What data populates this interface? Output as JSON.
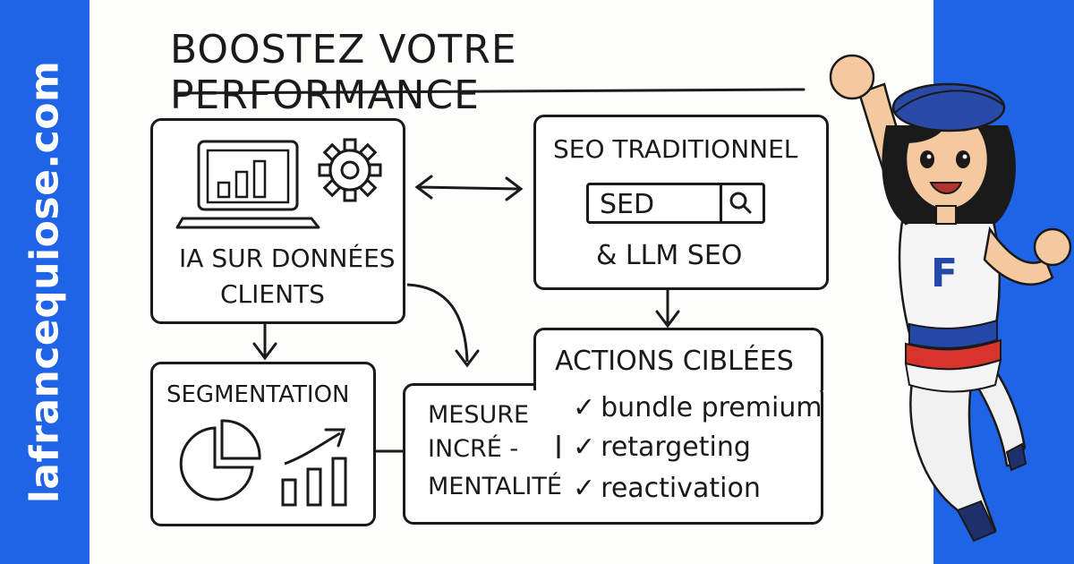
{
  "brand": {
    "site": "lafrancequiose.com",
    "color": "#1f63e6"
  },
  "title": "BOOSTEZ VOTRE PERFORMANCE",
  "nodes": {
    "ia": {
      "line1": "IA SUR DONNÉES",
      "line2": "CLIENTS",
      "icons": [
        "laptop-chart-icon",
        "gear-icon"
      ]
    },
    "seo": {
      "title": "SEO TRADITIONNEL",
      "search_value": "SED",
      "subtitle": "& LLM SEO",
      "icons": [
        "search-icon"
      ]
    },
    "segmentation": {
      "title": "SEGMENTATION",
      "icons": [
        "pie-chart-icon",
        "growth-bar-chart-icon"
      ]
    },
    "mesure": {
      "line1": "MESURE",
      "line2": "INCRÉ -",
      "line3": "MENTALITÉ"
    },
    "actions": {
      "title": "ACTIONS CIBLÉES",
      "items": [
        "bundle premium",
        "retargeting",
        "reactivation"
      ],
      "check_symbol": "✓"
    }
  },
  "mascot": {
    "shirt_letter": "F",
    "icon": "superhero-mascot-icon"
  }
}
